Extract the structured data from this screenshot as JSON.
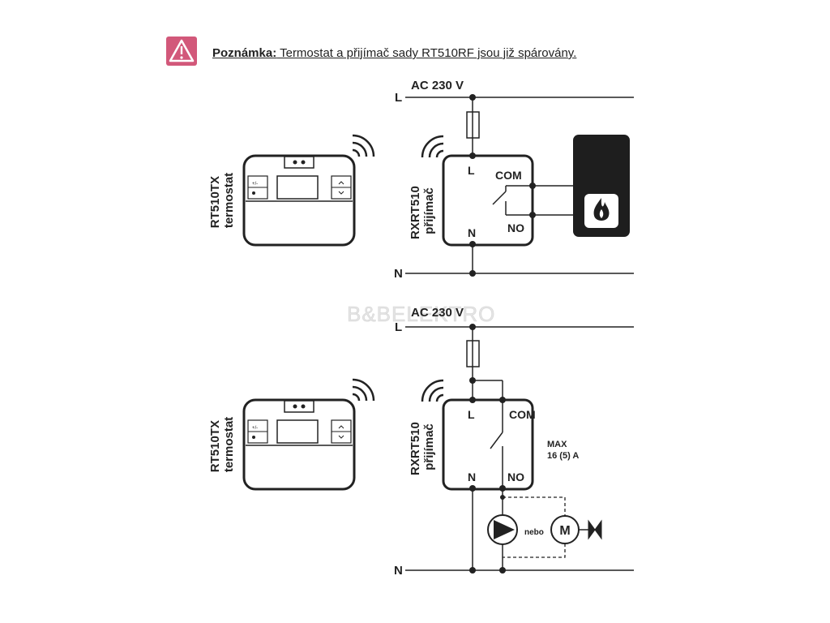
{
  "note": {
    "label": "Poznámka:",
    "text": " Termostat a přijímač sady RT510RF jsou již spárovány.",
    "icon": "warning-icon",
    "color": "#d2587a"
  },
  "watermark": "B&BELEKTRO",
  "diagram_top": {
    "supply": "AC 230 V",
    "live": "L",
    "neutral": "N",
    "thermostat": {
      "model": "RT510TX",
      "caption": "termostat"
    },
    "receiver": {
      "model": "RXRT510",
      "caption": "přijímač",
      "term_l": "L",
      "term_n": "N",
      "term_com": "COM",
      "term_no": "NO"
    },
    "boiler_icon": "flame-icon"
  },
  "diagram_bottom": {
    "supply": "AC 230 V",
    "live": "L",
    "neutral": "N",
    "thermostat": {
      "model": "RT510TX",
      "caption": "termostat"
    },
    "receiver": {
      "model": "RXRT510",
      "caption": "přijímač",
      "term_l": "L",
      "term_n": "N",
      "term_com": "COM",
      "term_no": "NO"
    },
    "rating_line1": "MAX",
    "rating_line2": "16 (5) A",
    "or_label": "nebo",
    "motor_label": "M"
  }
}
